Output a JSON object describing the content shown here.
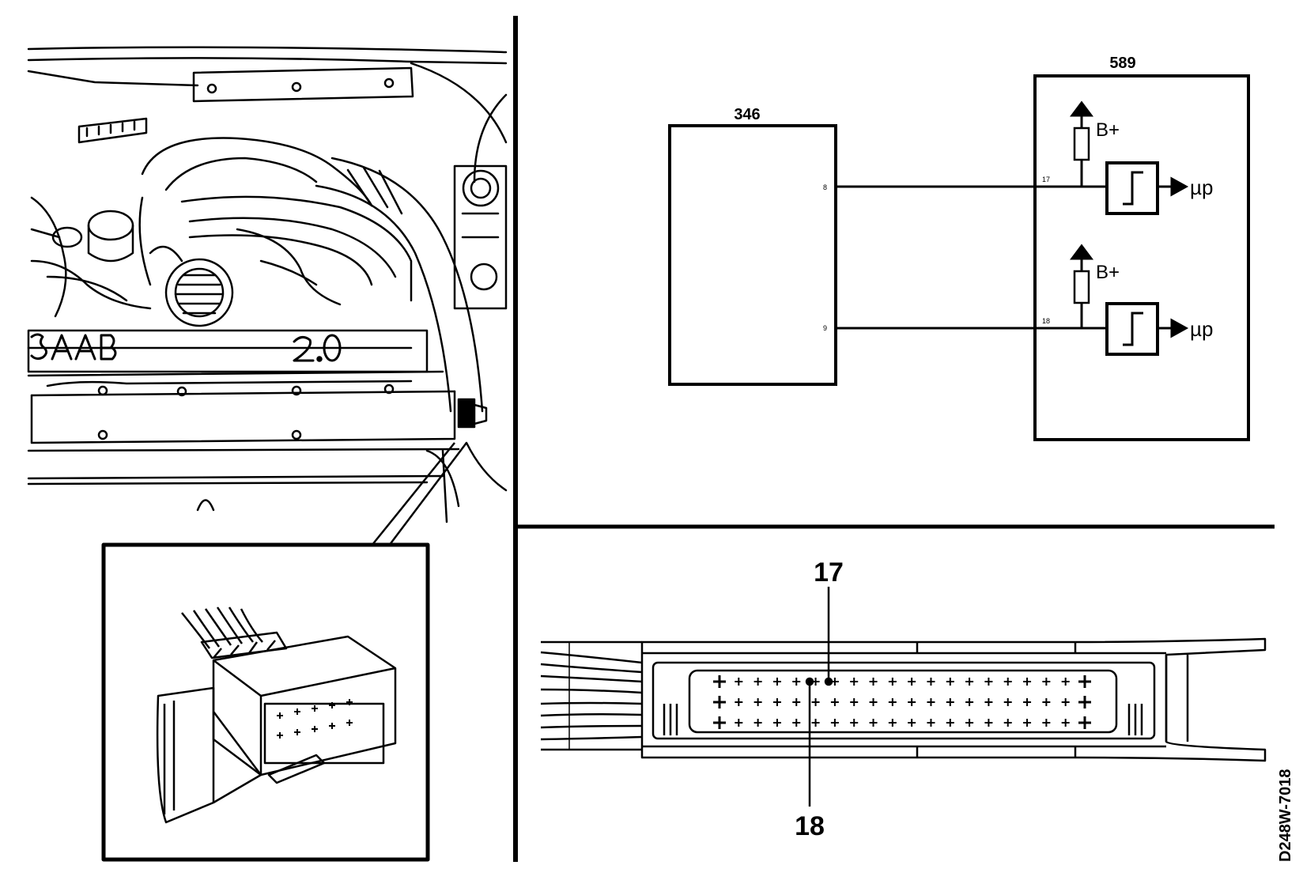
{
  "figure_code": "D248W-7018",
  "engine_view": {
    "cover_lettering": [
      "SAAB",
      "2.0"
    ]
  },
  "schematic": {
    "module_a": {
      "label": "346",
      "pins": [
        "8",
        "9"
      ]
    },
    "module_b": {
      "label": "589",
      "channels": [
        {
          "pin": "17",
          "supply": "B+",
          "output": "µp"
        },
        {
          "pin": "18",
          "supply": "B+",
          "output": "µp"
        }
      ]
    }
  },
  "ecu_connector": {
    "callouts": [
      "17",
      "18"
    ],
    "pin_rows": 3
  },
  "colors": {
    "ink": "#000000",
    "paper": "#ffffff"
  }
}
